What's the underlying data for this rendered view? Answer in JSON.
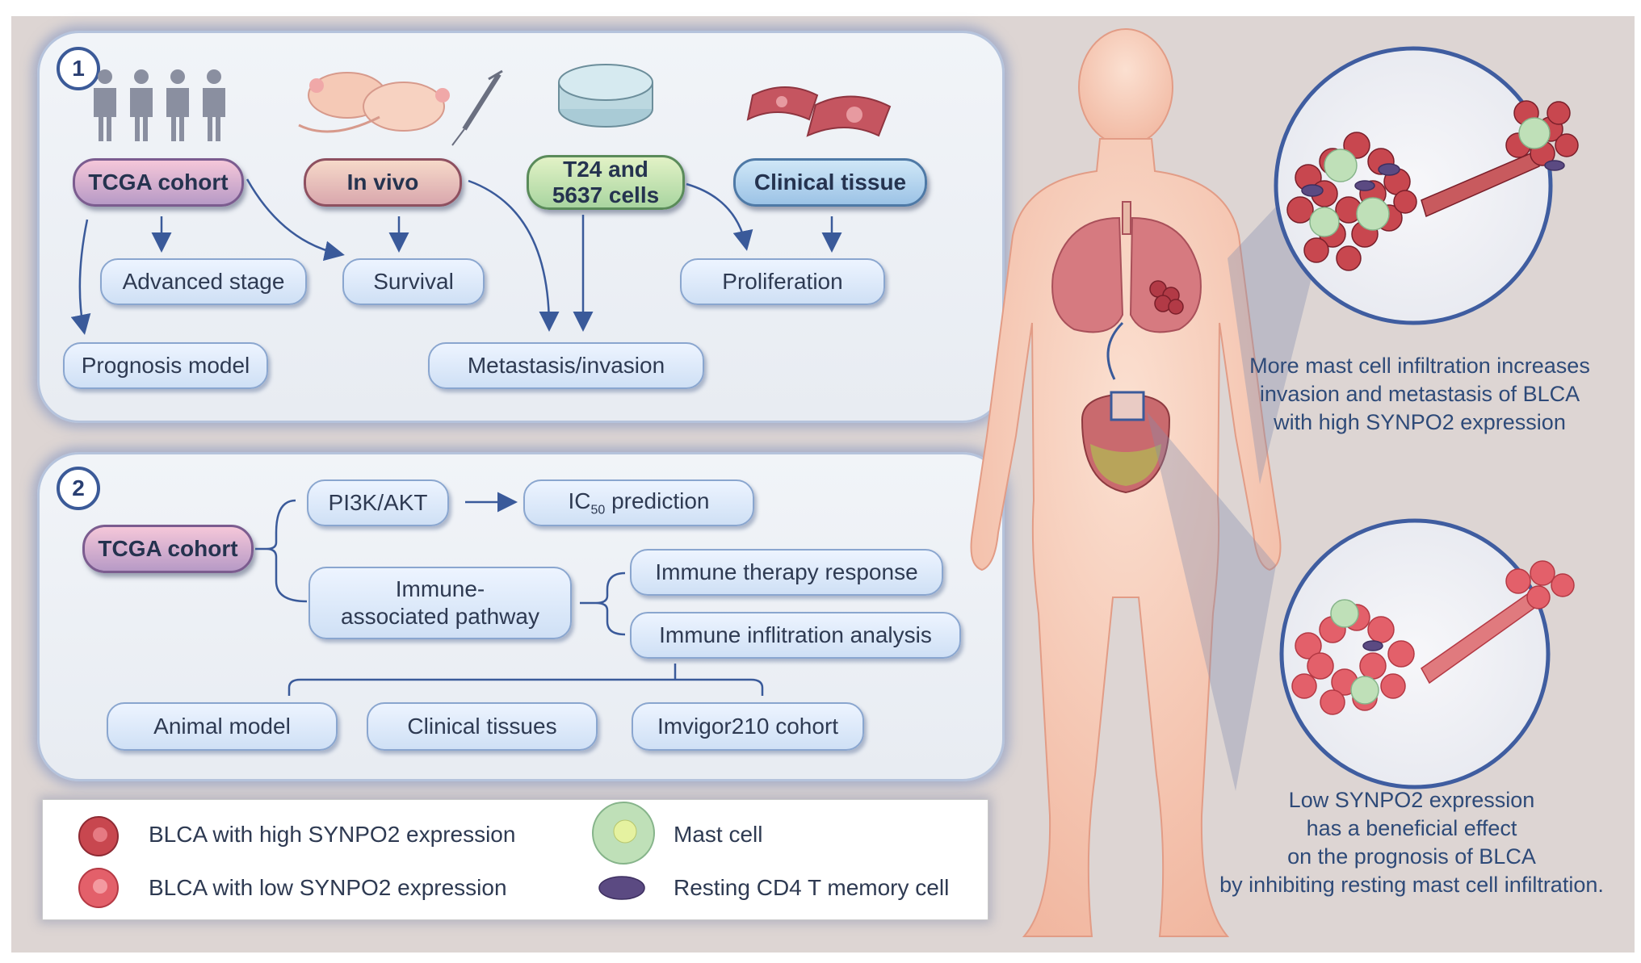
{
  "panel1": {
    "number": "1",
    "sources": {
      "tcga": "TCGA cohort",
      "invivo": "In vivo",
      "cells_line1": "T24 and",
      "cells_line2": "5637 cells",
      "tissue": "Clinical tissue"
    },
    "results": {
      "advanced_stage": "Advanced stage",
      "survival": "Survival",
      "proliferation": "Proliferation",
      "prognosis_model": "Prognosis model",
      "metastasis": "Metastasis/invasion"
    }
  },
  "panel2": {
    "number": "2",
    "tcga": "TCGA cohort",
    "pi3k": "PI3K/AKT",
    "ic50_prefix": "IC",
    "ic50_sub": "50",
    "ic50_suffix": " prediction",
    "immune_line1": "Immune-",
    "immune_line2": "associated pathway",
    "therapy": "Immune therapy response",
    "infiltration": "Immune inflitration analysis",
    "animal": "Animal model",
    "clinical": "Clinical tissues",
    "imvigor": "Imvigor210 cohort"
  },
  "legend": {
    "high": "BLCA with high SYNPO2 expression",
    "low": "BLCA with low SYNPO2 expression",
    "mast": "Mast cell",
    "resting": "Resting  CD4 T memory cell"
  },
  "captions": {
    "top": [
      "More mast cell infiltration increases",
      "invasion and metastasis of BLCA",
      "with high SYNPO2 expression"
    ],
    "bottom": [
      "Low SYNPO2 expression",
      "has a beneficial effect",
      "on the prognosis of BLCA",
      "by inhibiting resting mast cell infiltration."
    ]
  },
  "colors": {
    "arrow": "#3a5a9a",
    "cell_high": "#c8474f",
    "cell_low": "#e3606a",
    "mast": "#bfe0b8",
    "resting": "#5b4a82",
    "skin": "#f8d3c0"
  }
}
